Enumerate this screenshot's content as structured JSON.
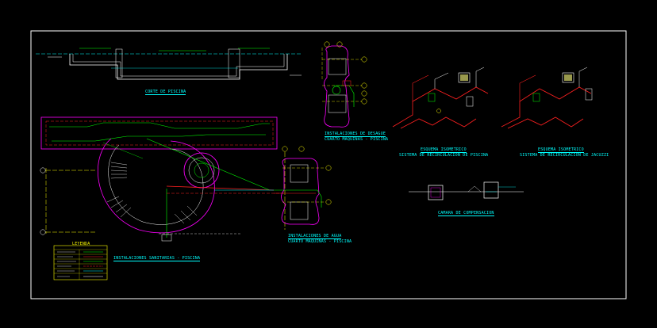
{
  "titles": {
    "corte_piscina": "CORTE DE PISCINA",
    "inst_sanitarias": "INSTALACIONES SANITARIAS - PISCINA",
    "inst_desague": "INSTALACIONES DE DESAGUE",
    "inst_desague_sub": "CUARTO MAQUINAS - PISCINA",
    "inst_agua": "INSTALACIONES DE AGUA",
    "inst_agua_sub": "CUARTO MAQUINAS - PISCINA",
    "esquema_1": "ESQUEMA ISOMETRICO",
    "esquema_1_sub": "SISTEMA DE RECIRCULACION DE PISCINA",
    "esquema_2": "ESQUEMA ISOMETRICO",
    "esquema_2_sub": "SISTEMA DE RECIRCULACION DE JACUZZI",
    "camara": "CAMARA DE COMPENSACION",
    "leyenda": "LEYENDA"
  },
  "colors": {
    "background": "#000000",
    "frame": "#ffffff",
    "cyan": "#00ffff",
    "magenta": "#ff00ff",
    "red": "#ff2020",
    "green": "#00ff00",
    "yellow": "#ffff00",
    "white": "#ffffff"
  }
}
